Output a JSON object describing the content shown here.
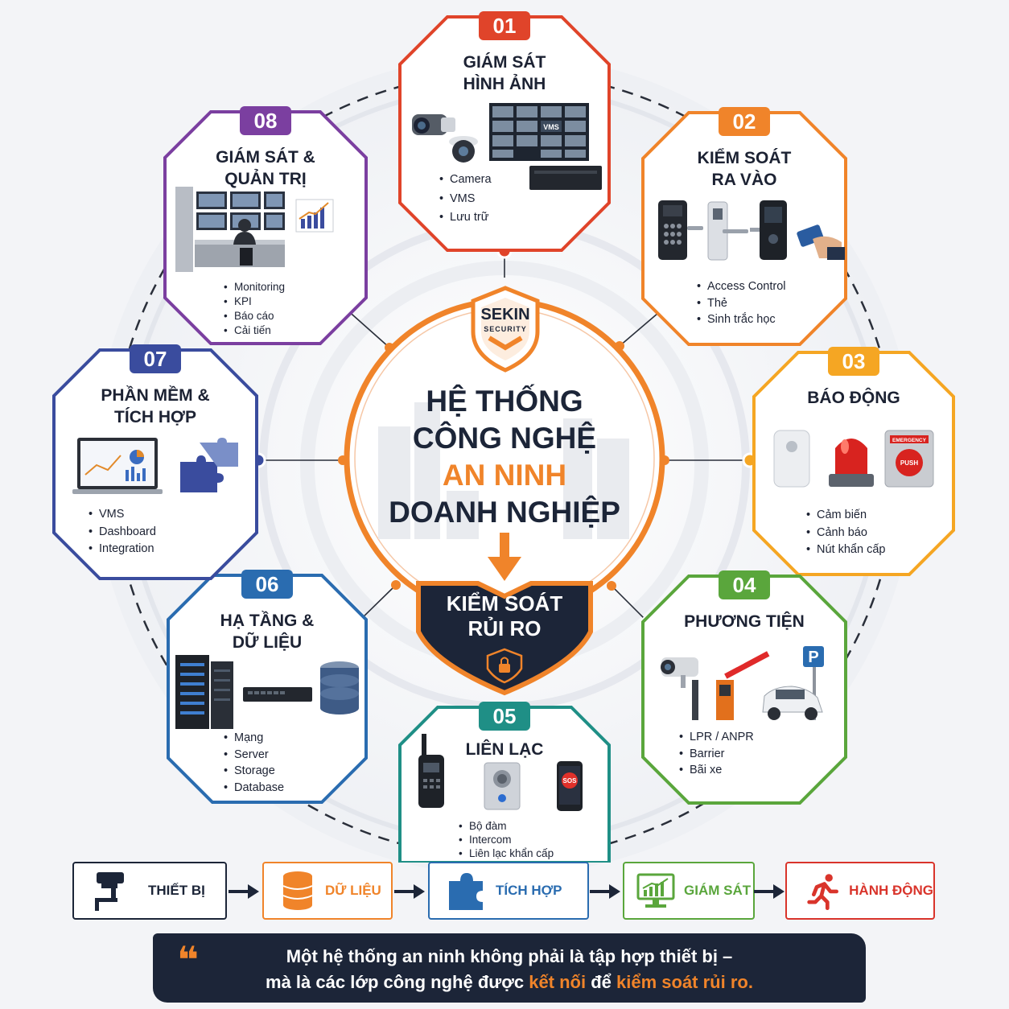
{
  "center": {
    "logo": "SEKIN",
    "logo_sub": "SECURITY",
    "line1": "HỆ THỐNG",
    "line2": "CÔNG NGHỆ",
    "line3": "AN NINH",
    "line4": "DOANH NGHIỆP",
    "shield1": "KIỂM SOÁT",
    "shield2": "RỦI RO"
  },
  "modules": [
    {
      "num": "01",
      "title": [
        "GIÁM SÁT",
        "HÌNH ẢNH"
      ],
      "items": [
        "Camera",
        "VMS",
        "Lưu trữ"
      ],
      "color": "#e0442a",
      "art_text": "VMS"
    },
    {
      "num": "02",
      "title": [
        "KIỂM SOÁT",
        "RA VÀO"
      ],
      "items": [
        "Access Control",
        "Thẻ",
        "Sinh trắc học"
      ],
      "color": "#f0842a"
    },
    {
      "num": "03",
      "title": [
        "BÁO ĐỘNG"
      ],
      "items": [
        "Cảm biến",
        "Cảnh báo",
        "Nút khẩn cấp"
      ],
      "color": "#f5a623",
      "art_text": "EMERGENCY",
      "art_text2": "PUSH"
    },
    {
      "num": "04",
      "title": [
        "PHƯƠNG TIỆN"
      ],
      "items": [
        "LPR / ANPR",
        "Barrier",
        "Bãi xe"
      ],
      "color": "#5aa63c",
      "art_text": "P"
    },
    {
      "num": "05",
      "title": [
        "LIÊN LẠC"
      ],
      "items": [
        "Bộ đàm",
        "Intercom",
        "Liên lạc khẩn cấp"
      ],
      "color": "#1f8f86",
      "art_text": "SOS"
    },
    {
      "num": "06",
      "title": [
        "HẠ TẦNG &",
        "DỮ LIỆU"
      ],
      "items": [
        "Mạng",
        "Server",
        "Storage",
        "Database"
      ],
      "color": "#2a6cb0"
    },
    {
      "num": "07",
      "title": [
        "PHẦN MỀM &",
        "TÍCH HỢP"
      ],
      "items": [
        "VMS",
        "Dashboard",
        "Integration"
      ],
      "color": "#3a4c9e"
    },
    {
      "num": "08",
      "title": [
        "GIÁM SÁT &",
        "QUẢN TRỊ"
      ],
      "items": [
        "Monitoring",
        "KPI",
        "Báo cáo",
        "Cải tiến"
      ],
      "color": "#7b3fa0"
    }
  ],
  "flow": [
    {
      "label": "THIẾT BỊ",
      "color": "#1c2538",
      "icon": "cctv-icon"
    },
    {
      "label": "DỮ LIỆU",
      "color": "#f0842a",
      "icon": "database-icon"
    },
    {
      "label": "TÍCH HỢP",
      "color": "#2a6cb0",
      "icon": "puzzle-icon"
    },
    {
      "label": "GIÁM SÁT",
      "color": "#5aa63c",
      "icon": "monitor-chart-icon"
    },
    {
      "label": "HÀNH ĐỘNG",
      "color": "#d9342b",
      "icon": "running-person-icon"
    }
  ],
  "quote": {
    "mark": "❝",
    "line1": "Một hệ thống an ninh không phải là tập hợp thiết bị –",
    "line2_a": "mà là các lớp công nghệ được ",
    "line2_b": "kết nối",
    "line2_c": " để ",
    "line2_d": "kiểm soát rủi ro."
  },
  "colors": {
    "accent": "#f0842a",
    "dark": "#1c2538",
    "text": "#1c2233"
  }
}
